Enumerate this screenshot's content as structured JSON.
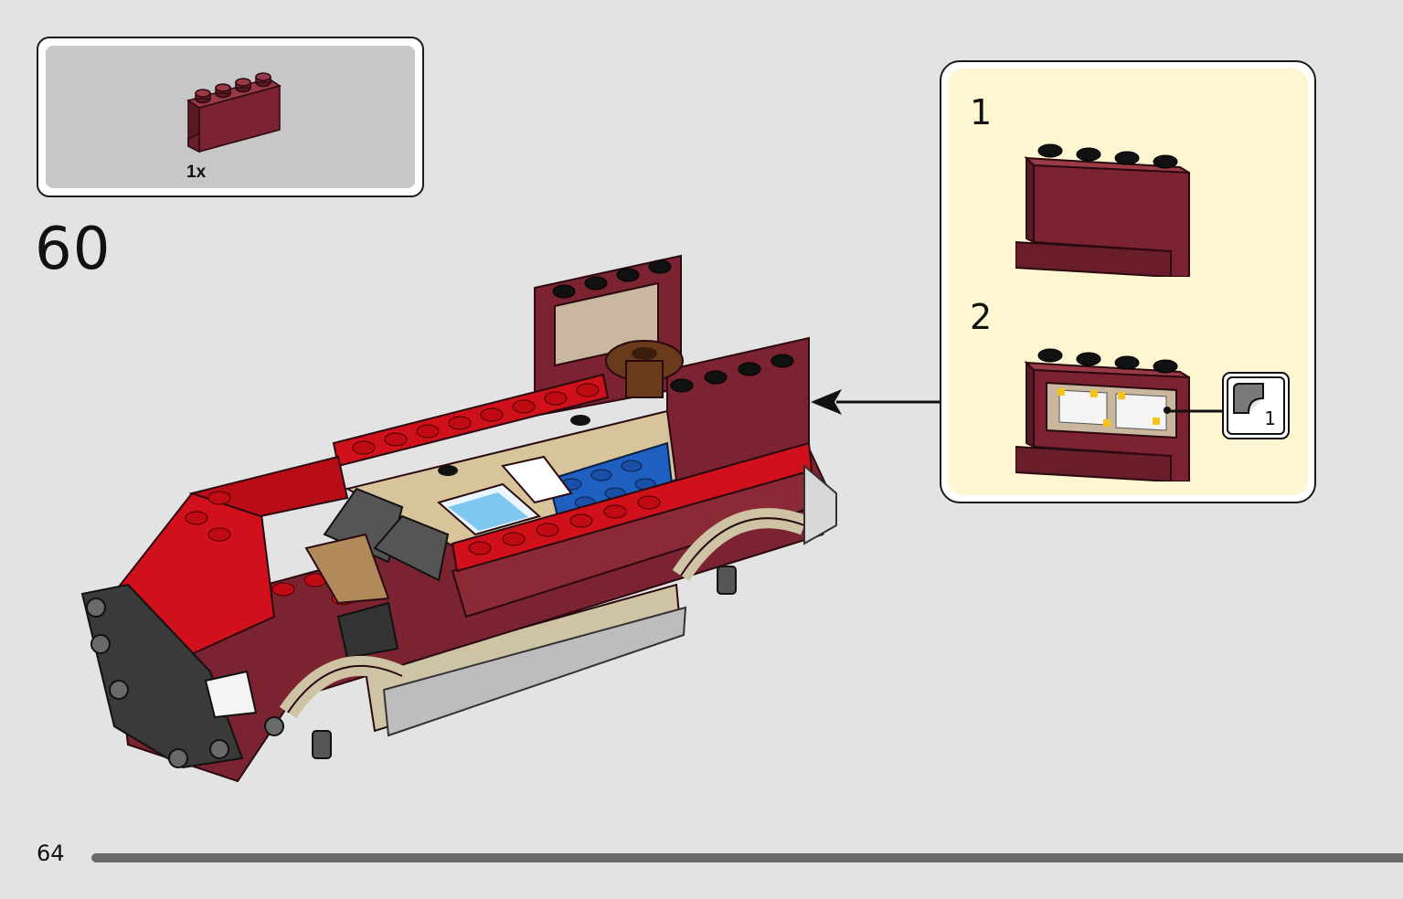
{
  "parts_list": {
    "items": [
      {
        "quantity": "1x",
        "part": "panel-1x4x2-dark-red"
      }
    ]
  },
  "step": {
    "number": "60"
  },
  "sub_assembly": {
    "steps": [
      {
        "number": "1"
      },
      {
        "number": "2"
      }
    ],
    "sticker": {
      "number": "1"
    }
  },
  "page": {
    "number": "64"
  },
  "colors": {
    "background": "#e3e3e3",
    "parts_panel": "#c7c7c7",
    "callout_bg": "#fef6d0",
    "dark_red": "#7b2330",
    "bright_red": "#d0101a",
    "tan": "#d8c49a",
    "blue": "#1f5fbf",
    "progress_bar": "#6a6a6a"
  }
}
